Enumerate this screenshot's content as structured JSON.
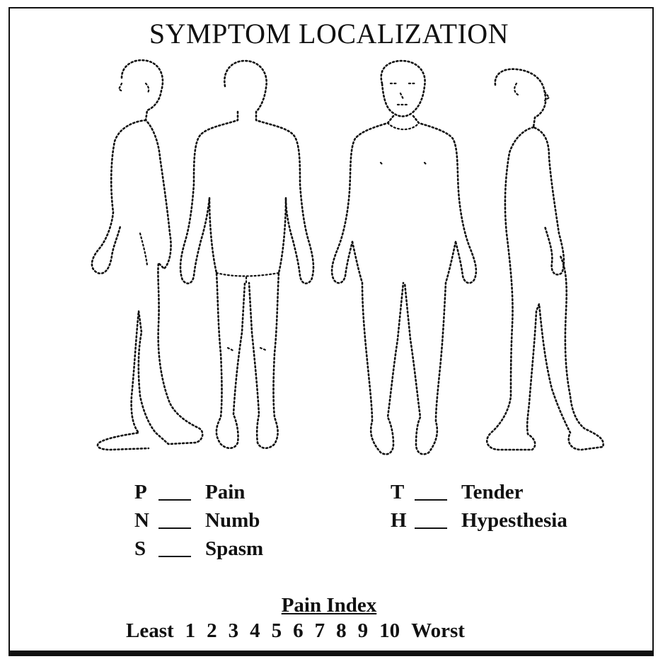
{
  "title": "SYMPTOM LOCALIZATION",
  "legend_left": [
    {
      "code": "P",
      "label": "Pain"
    },
    {
      "code": "N",
      "label": "Numb"
    },
    {
      "code": "S",
      "label": "Spasm"
    }
  ],
  "legend_right": [
    {
      "code": "T",
      "label": "Tender"
    },
    {
      "code": "H",
      "label": "Hypesthesia"
    }
  ],
  "pain_index": {
    "title": "Pain Index",
    "least": "Least",
    "numbers": [
      "1",
      "2",
      "3",
      "4",
      "5",
      "6",
      "7",
      "8",
      "9",
      "10"
    ],
    "worst": "Worst"
  }
}
